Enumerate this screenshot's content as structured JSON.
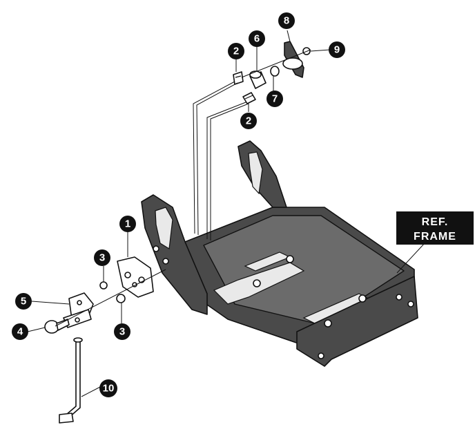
{
  "callouts": [
    {
      "label": "1"
    },
    {
      "label": "2"
    },
    {
      "label": "2"
    },
    {
      "label": "3"
    },
    {
      "label": "3"
    },
    {
      "label": "4"
    },
    {
      "label": "5"
    },
    {
      "label": "6"
    },
    {
      "label": "7"
    },
    {
      "label": "8"
    },
    {
      "label": "9"
    },
    {
      "label": "10"
    }
  ],
  "ref_label": {
    "line1": "REF.",
    "line2": "FRAME"
  },
  "colors": {
    "callout": "#111111",
    "frame": "#4a4a4a",
    "line": "#111111"
  }
}
